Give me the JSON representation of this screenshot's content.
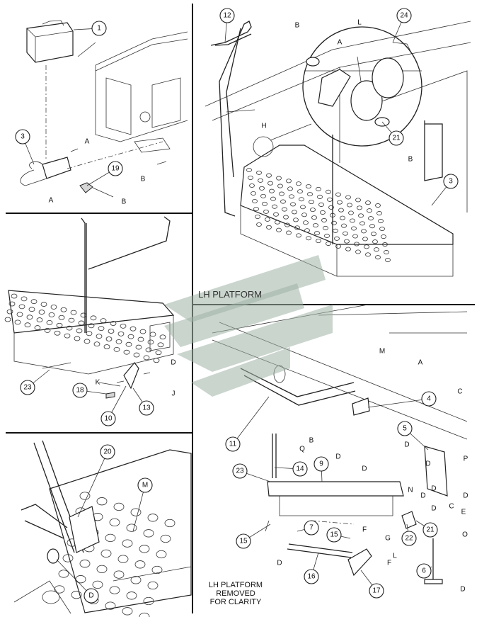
{
  "watermark_label": "LH PLATFORM",
  "caption_lines": [
    "LH PLATFORM",
    "REMOVED",
    "FOR CLARITY"
  ],
  "colors": {
    "line": "#222222",
    "watermark": "#9fb3a6"
  },
  "callouts": {
    "p1": [
      "1",
      "3",
      "19"
    ],
    "p2": [
      "12",
      "24",
      "21",
      "3"
    ],
    "p3": [
      "23",
      "18",
      "10",
      "13"
    ],
    "p4": [
      "20",
      "M",
      "D"
    ],
    "p5": [
      "4",
      "11",
      "5",
      "23",
      "9",
      "14",
      "15",
      "7",
      "15",
      "22",
      "21",
      "6",
      "16",
      "17"
    ]
  },
  "letters": {
    "p1": [
      "A",
      "A",
      "B",
      "B"
    ],
    "p2": [
      "B",
      "L",
      "A",
      "H",
      "B"
    ],
    "p3": [
      "K",
      "J",
      "D"
    ],
    "p5": [
      "M",
      "A",
      "C",
      "B",
      "D",
      "D",
      "Q",
      "D",
      "D",
      "P",
      "D",
      "N",
      "D",
      "C",
      "D",
      "D",
      "G",
      "F",
      "L",
      "O",
      "F",
      "D",
      "D",
      "E"
    ]
  }
}
